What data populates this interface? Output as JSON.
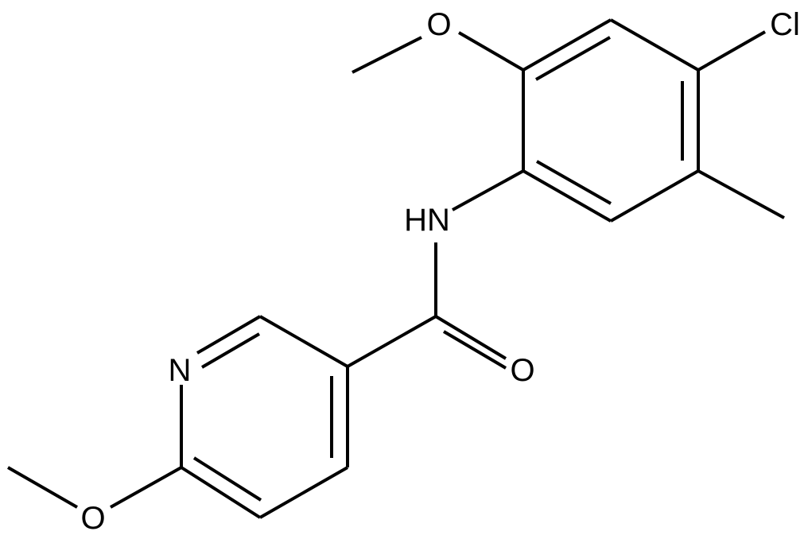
{
  "structure": {
    "atoms": {
      "oxygen_top": "O",
      "chlorine": "Cl",
      "nh": "HN",
      "carbonyl_oxygen": "O",
      "pyridine_nitrogen": "N",
      "oxygen_bottom": "O"
    }
  },
  "colors": {
    "bond": "#000000",
    "label": "#000000",
    "background": "#ffffff"
  }
}
